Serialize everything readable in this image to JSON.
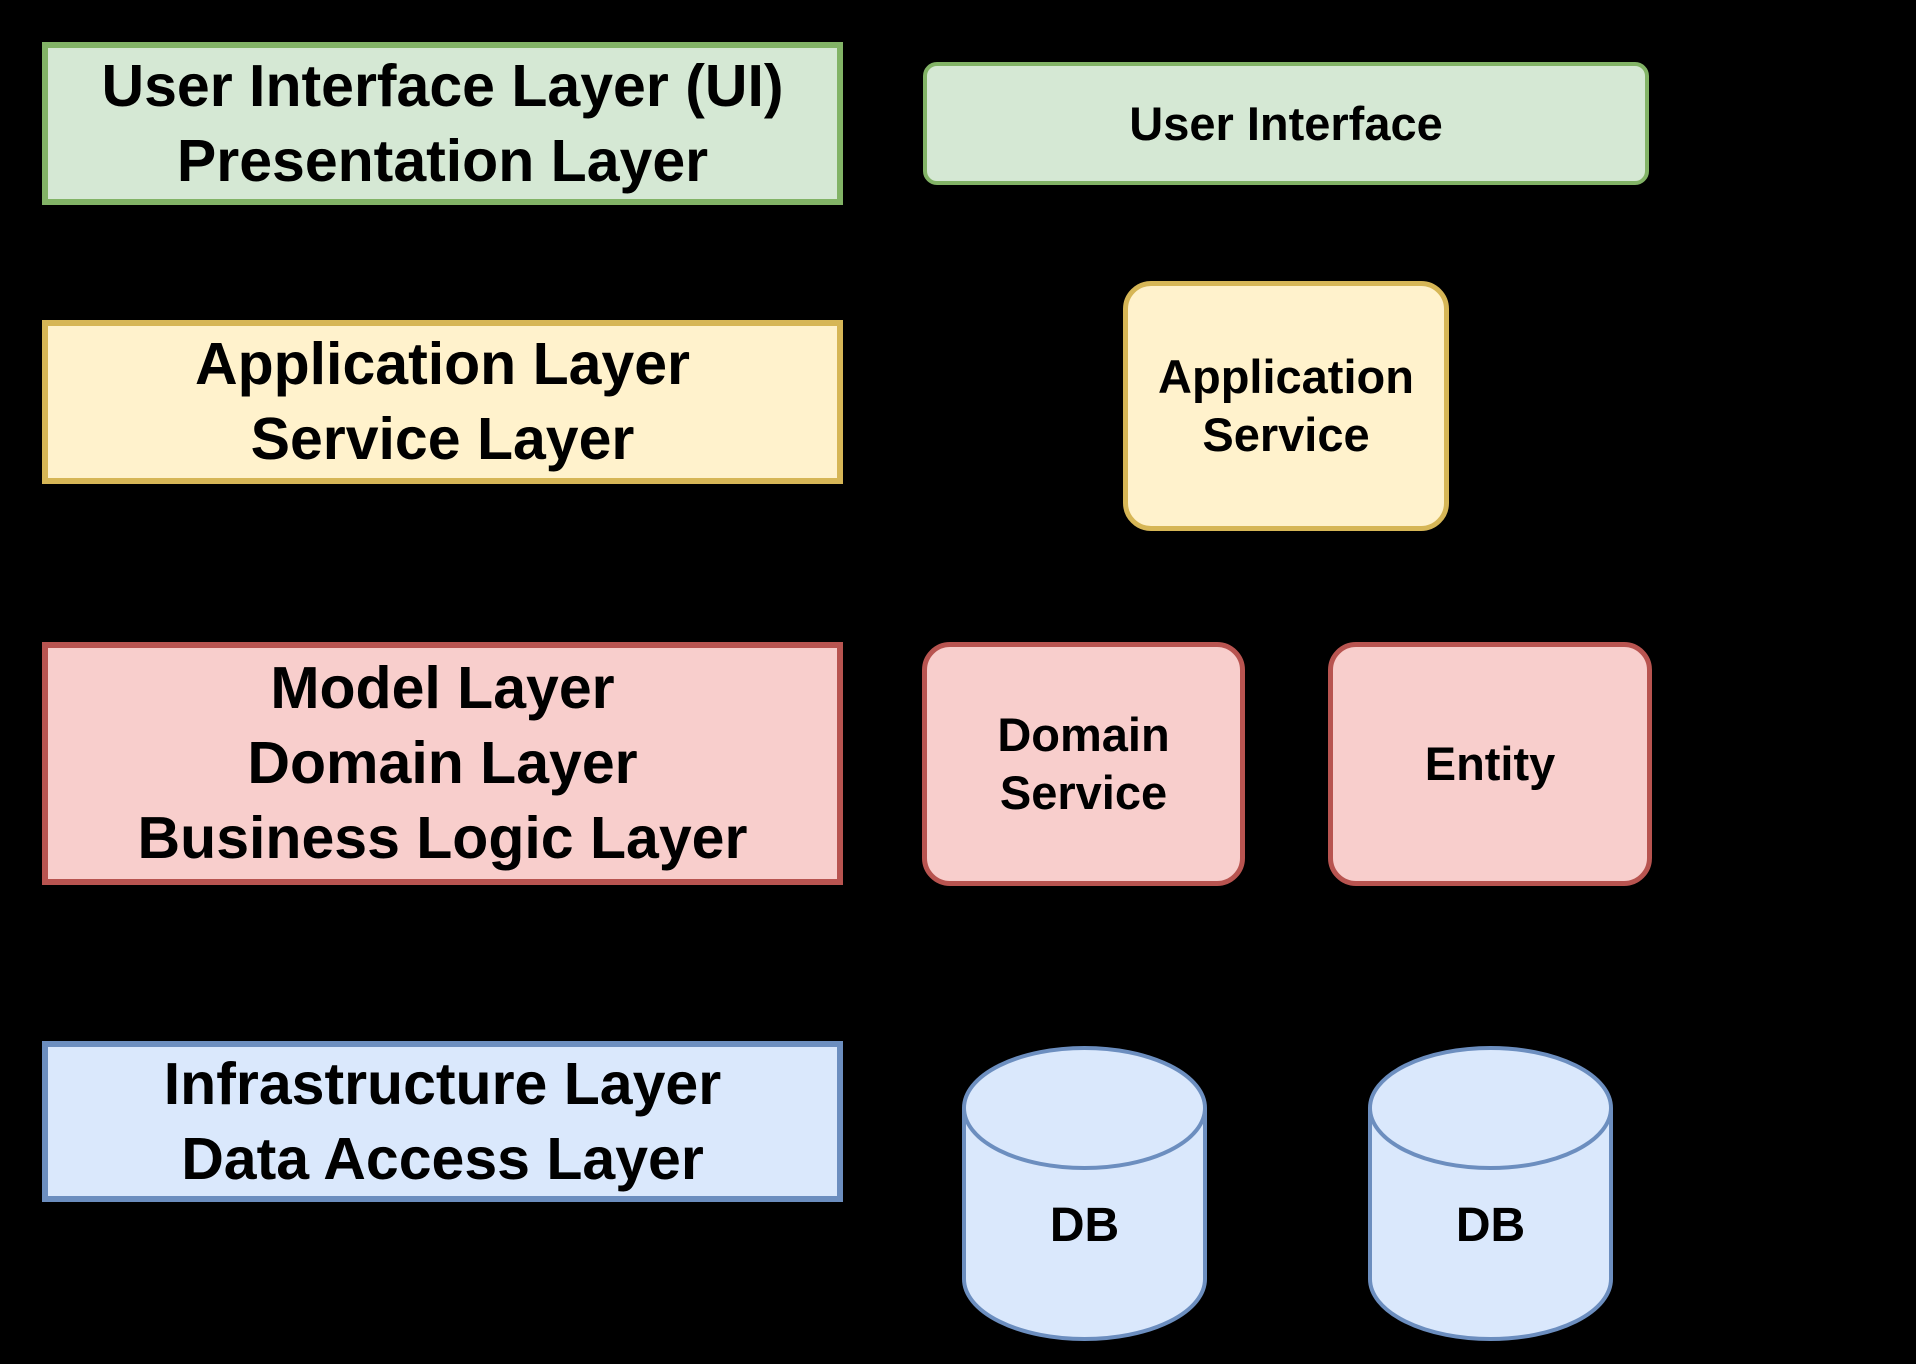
{
  "canvas": {
    "background": "#000000"
  },
  "palette": {
    "green_fill": "#d5e8d4",
    "green_stroke": "#82b366",
    "yellow_fill": "#fff2cc",
    "yellow_stroke": "#d6b656",
    "red_fill": "#f8cecc",
    "red_stroke": "#b85450",
    "blue_fill": "#dae8fc",
    "blue_stroke": "#6c8ebf",
    "text": "#000000"
  },
  "left_layers": [
    {
      "id": "ui-presentation",
      "color": "green",
      "lines": [
        "User Interface Layer (UI)",
        "Presentation Layer"
      ]
    },
    {
      "id": "application-service",
      "color": "yellow",
      "lines": [
        "Application Layer",
        "Service Layer"
      ]
    },
    {
      "id": "model-domain-business",
      "color": "red",
      "lines": [
        "Model Layer",
        "Domain Layer",
        "Business Logic Layer"
      ]
    },
    {
      "id": "infrastructure-data-access",
      "color": "blue",
      "lines": [
        "Infrastructure Layer",
        "Data Access Layer"
      ]
    }
  ],
  "components": {
    "user_interface": {
      "label": "User Interface",
      "color": "green"
    },
    "application_service": {
      "lines": [
        "Application",
        "Service"
      ],
      "color": "yellow"
    },
    "domain_service": {
      "lines": [
        "Domain",
        "Service"
      ],
      "color": "red"
    },
    "entity": {
      "label": "Entity",
      "color": "red"
    },
    "db1": {
      "label": "DB",
      "color": "blue"
    },
    "db2": {
      "label": "DB",
      "color": "blue"
    }
  }
}
